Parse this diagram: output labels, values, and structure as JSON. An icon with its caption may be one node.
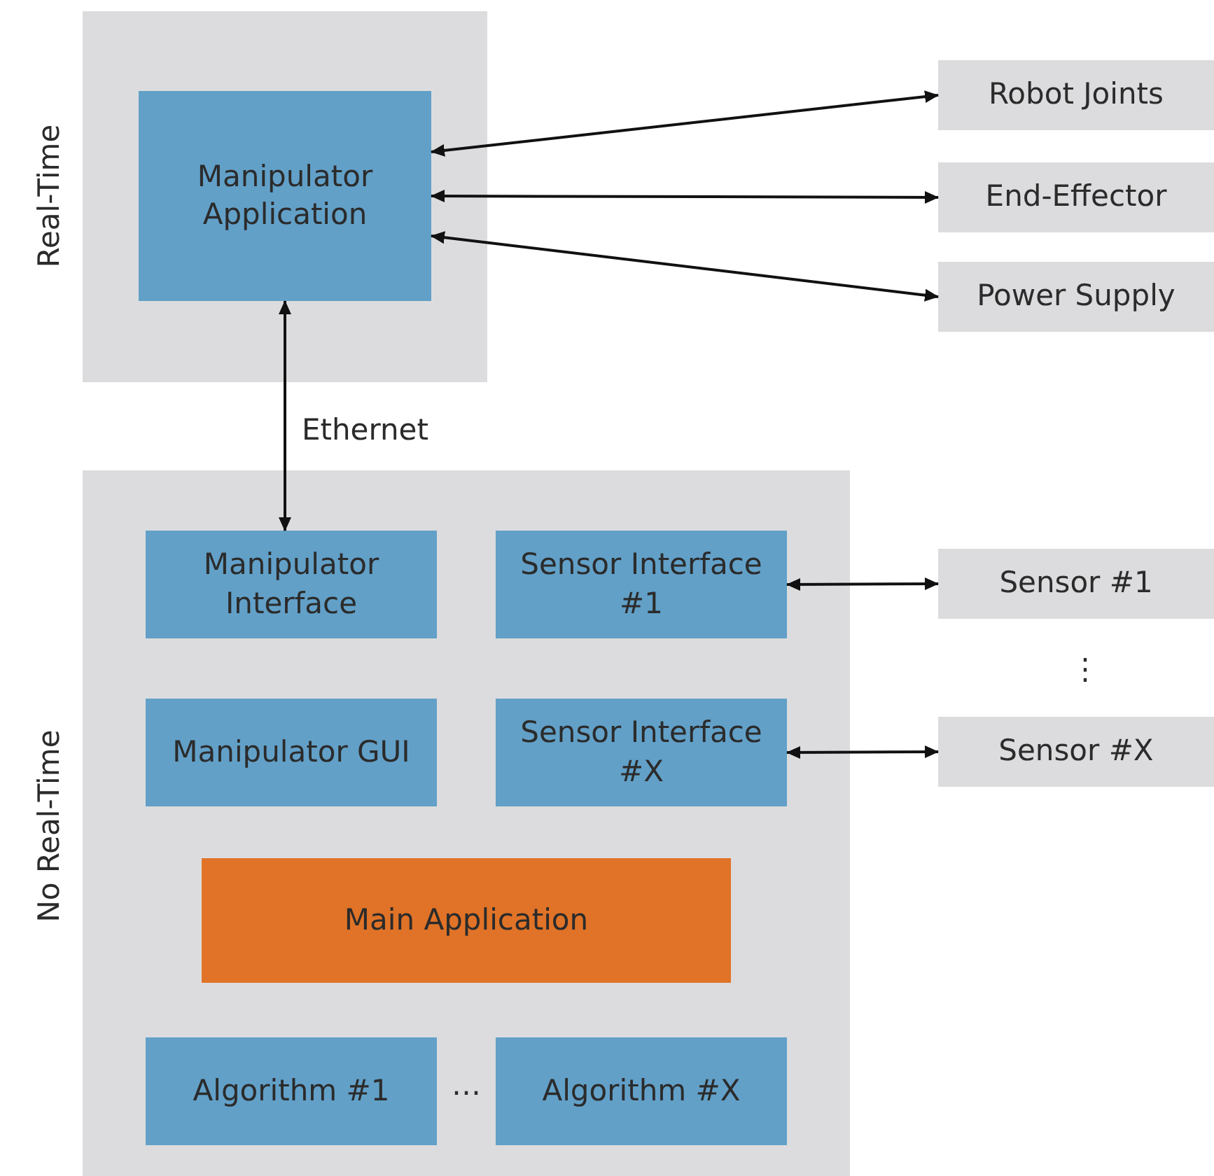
{
  "diagram": {
    "nodes": [
      {
        "text": [],
        "shape": "box"
      },
      {
        "text": [
          "Manipulator Application"
        ],
        "in": 0
      },
      {
        "text": [
          "Robot Joints"
        ]
      },
      {
        "text": [
          "End-Effector"
        ]
      },
      {
        "text": [
          "Power Supply"
        ]
      },
      {
        "text": [],
        "shape": "box"
      },
      {
        "text": [
          "Manipulator Interface"
        ],
        "in": 5
      },
      {
        "text": [
          "Sensor Interface #1"
        ],
        "in": 5
      },
      {
        "text": [
          "Manipulator GUI"
        ],
        "in": 5
      },
      {
        "text": [
          "Sensor Interface #X"
        ],
        "in": 5
      },
      {
        "text": [
          "Main Application"
        ],
        "in": 5
      },
      {
        "text": [
          "Algorithm #1"
        ],
        "in": 5
      },
      {
        "text": [
          "Algorithm #X"
        ],
        "in": 5
      },
      {
        "text": [
          "Sensor #1"
        ]
      },
      {
        "text": [
          "Sensor #X"
        ]
      }
    ],
    "edges": [
      {
        "from": 1,
        "to": 2,
        "arrow": "both"
      },
      {
        "from": 1,
        "to": 3,
        "arrow": "both"
      },
      {
        "from": 1,
        "to": 4,
        "arrow": "both"
      },
      {
        "from": 1,
        "to": 6,
        "arrow": "both",
        "label": "Ethernet"
      },
      {
        "from": 7,
        "to": 13,
        "arrow": "both"
      },
      {
        "from": 9,
        "to": 14,
        "arrow": "both"
      }
    ],
    "labels": [
      "Real-Time",
      "No Real-Time",
      "⋮",
      "…"
    ]
  }
}
